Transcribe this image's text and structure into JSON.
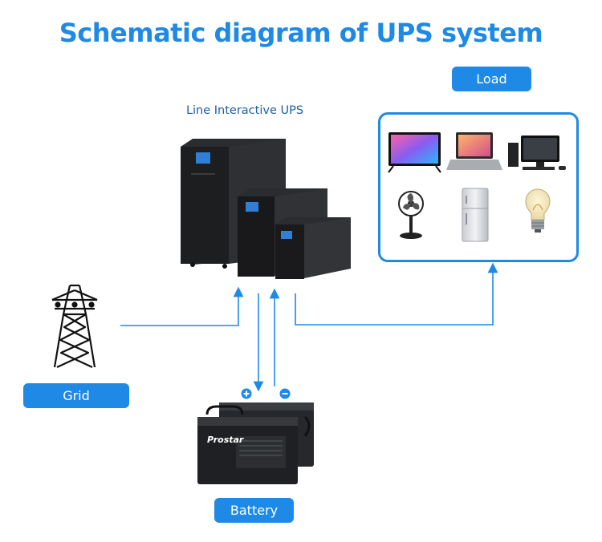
{
  "title": "Schematic diagram of UPS system",
  "subtitle": "Line Interactive UPS",
  "labels": {
    "load": "Load",
    "grid": "Grid",
    "battery": "Battery"
  },
  "brand": "Prostar",
  "colors": {
    "accent": "#1e8ae6",
    "subtitle": "#1b5fa6",
    "device": "#1d1e20"
  },
  "icons": [
    "transmission-tower-icon",
    "tv-icon",
    "laptop-icon",
    "desktop-computer-icon",
    "fan-icon",
    "refrigerator-icon",
    "light-bulb-icon",
    "plus-icon",
    "minus-icon"
  ]
}
